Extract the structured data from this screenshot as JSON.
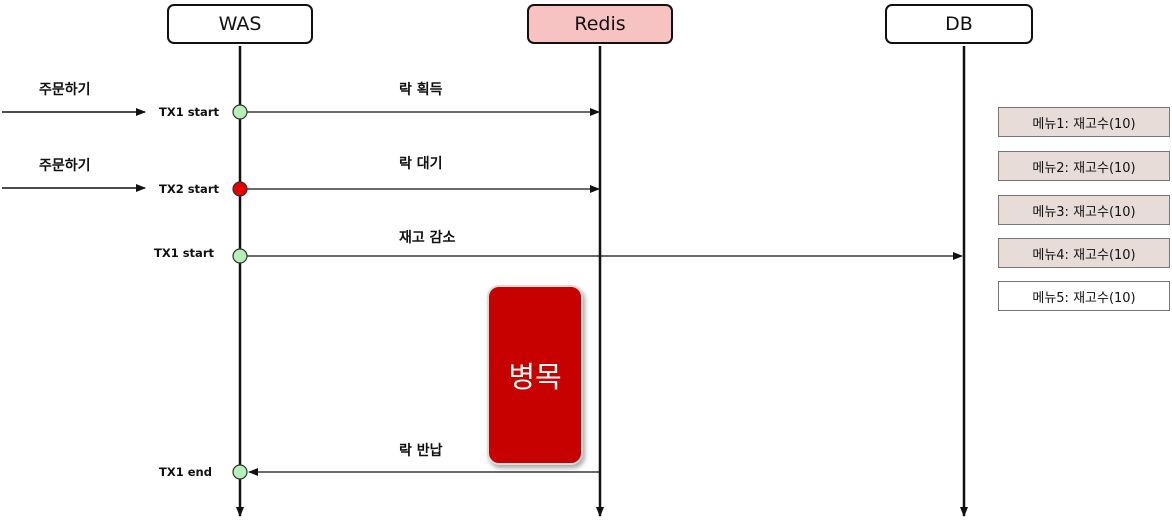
{
  "participants": {
    "was": "WAS",
    "redis": "Redis",
    "db": "DB"
  },
  "messages": {
    "lock_acquire": "락 획득",
    "lock_wait": "락 대기",
    "stock_decrease": "재고 감소",
    "lock_release": "락 반납"
  },
  "events": {
    "order_1": "주문하기",
    "order_2": "주문하기"
  },
  "tx_labels": {
    "tx1_start_1": "TX1 start",
    "tx2_start": "TX2 start",
    "tx1_start_2": "TX1 start",
    "tx1_end": "TX1 end"
  },
  "bottleneck": {
    "label": "병목",
    "color": "#c70000"
  },
  "db_rows": [
    {
      "text": "메뉴1: 재고수(10)",
      "highlighted": true
    },
    {
      "text": "메뉴2: 재고수(10)",
      "highlighted": true
    },
    {
      "text": "메뉴3: 재고수(10)",
      "highlighted": true
    },
    {
      "text": "메뉴4: 재고수(10)",
      "highlighted": true
    },
    {
      "text": "메뉴5: 재고수(10)",
      "highlighted": false
    }
  ],
  "colors": {
    "redis_fill": "#f6c2c2",
    "node_green": "#b7f0b7",
    "node_red": "#e60000",
    "row_fill": "#e8dcd9"
  }
}
